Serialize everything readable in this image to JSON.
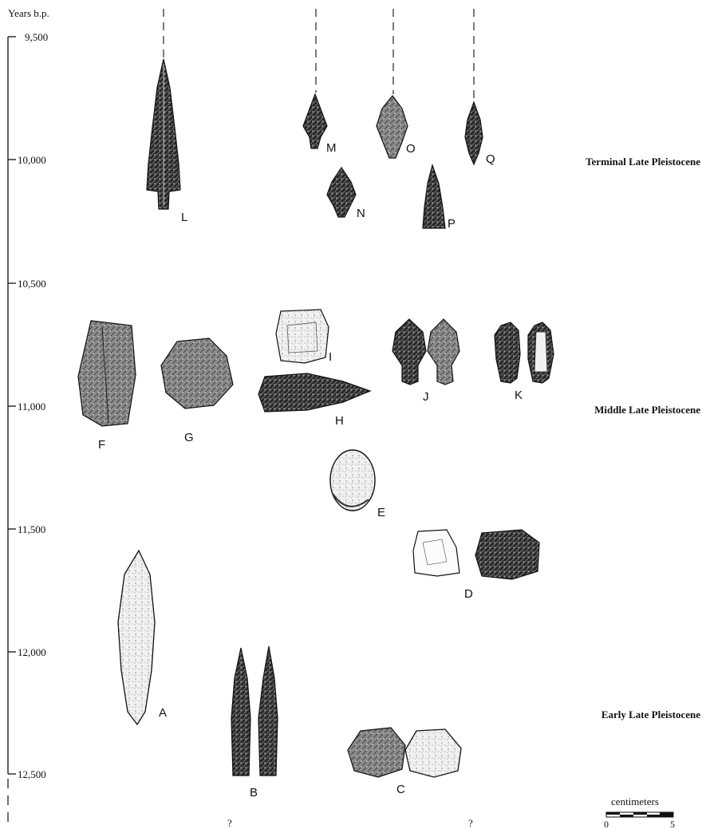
{
  "axis": {
    "title": "Years b.p.",
    "ticks": [
      "9,500",
      "10,000",
      "10,500",
      "11,000",
      "11,500",
      "12,000",
      "12,500"
    ]
  },
  "periods": [
    {
      "label": "Terminal Late Pleistocene"
    },
    {
      "label": "Middle Late Pleistocene"
    },
    {
      "label": "Early Late Pleistocene"
    }
  ],
  "artifacts": [
    {
      "id": "L",
      "label": "L",
      "shape": "stemmed-point",
      "style": "dark"
    },
    {
      "id": "M",
      "label": "M",
      "shape": "small-point",
      "style": "dark"
    },
    {
      "id": "N",
      "label": "N",
      "shape": "small-point",
      "style": "dark"
    },
    {
      "id": "O",
      "label": "O",
      "shape": "leaf-point",
      "style": "mid"
    },
    {
      "id": "P",
      "label": "P",
      "shape": "triangle-point",
      "style": "dark"
    },
    {
      "id": "Q",
      "label": "Q",
      "shape": "slender-point",
      "style": "dark"
    },
    {
      "id": "F",
      "label": "F",
      "shape": "tall-block",
      "style": "mid"
    },
    {
      "id": "G",
      "label": "G",
      "shape": "core",
      "style": "mid"
    },
    {
      "id": "I",
      "label": "I",
      "shape": "flake",
      "style": "light"
    },
    {
      "id": "H",
      "label": "H",
      "shape": "elongated-biface",
      "style": "dark"
    },
    {
      "id": "J",
      "label": "J",
      "shape": "stemmed-leaf-pair",
      "style": "dark"
    },
    {
      "id": "K",
      "label": "K",
      "shape": "bottle-pair",
      "style": "dark"
    },
    {
      "id": "E",
      "label": "E",
      "shape": "pebble",
      "style": "light"
    },
    {
      "id": "D",
      "label": "D",
      "shape": "scraper-pair",
      "style": "mixed"
    },
    {
      "id": "A",
      "label": "A",
      "shape": "long-biface",
      "style": "light"
    },
    {
      "id": "B",
      "label": "B",
      "shape": "spindle-pair",
      "style": "dark"
    },
    {
      "id": "C",
      "label": "C",
      "shape": "round-pair",
      "style": "mixed"
    }
  ],
  "bottom_marks": [
    "?",
    "?"
  ],
  "scale_bar": {
    "title": "centimeters",
    "min_label": "0",
    "max_label": "5"
  }
}
